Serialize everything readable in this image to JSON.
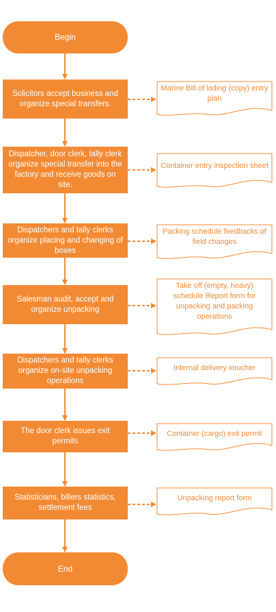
{
  "colors": {
    "accent": "#f28a34",
    "document_fill": "#ffffff"
  },
  "start": "Begin",
  "end": "End",
  "steps": [
    {
      "process": "Solicitors accept business and organize special transfers.",
      "document": "Marine Bill of lading (copy) entry plan"
    },
    {
      "process": "Dispatcher, door clerk, tally clerk organize special transfer into the factory and receive goods on site.",
      "document": "Container entry inspection sheet"
    },
    {
      "process": "Dispatchers and tally clerks organize placing and changing of boxes",
      "document": "Packing schedule feedbacks of field changes"
    },
    {
      "process": "Salesman audit, accept and organize unpacking",
      "document": "Take off (empty, heavy) schedule Report form for unpacking and packing operations"
    },
    {
      "process": "Dispatchers and tally clerks organize on-site unpacking operations",
      "document": "Internal delivery voucher"
    },
    {
      "process": "The door clerk issues exit permits",
      "document": "Container (cargo) exit permit"
    },
    {
      "process": "Statisticians, billers statistics, settlement fees",
      "document": "Unpacking report form"
    }
  ]
}
